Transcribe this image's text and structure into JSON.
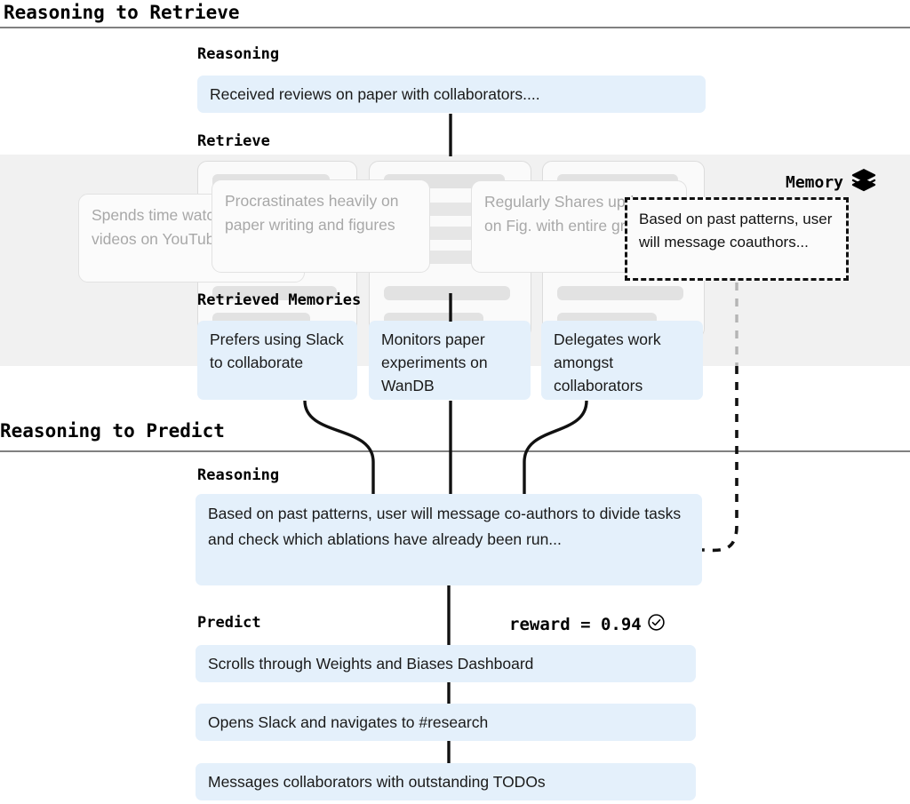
{
  "sections": [
    {
      "title": "Reasoning to Retrieve"
    },
    {
      "title": "Reasoning to Predict"
    }
  ],
  "retrieve_stage": {
    "reasoning_label": "Reasoning",
    "reasoning_text": "Received reviews on paper with collaborators....",
    "retrieve_label": "Retrieve",
    "retrieved_label": "Retrieved Memories",
    "retrieved_memories": [
      "Prefers using Slack to collaborate",
      "Monitors paper experiments on WanDB",
      "Delegates work amongst collaborators"
    ]
  },
  "memory": {
    "legend_label": "Memory",
    "legend_icon": "layers-stack-icon",
    "ghost_cards": [
      "Spends time watching ice c videos on YouTube",
      "Procrastinates heavily on paper writing and figures",
      "Regularly Shares updates on Fig. with entire group"
    ],
    "callout_text": "Based on past patterns, user will message coauthors..."
  },
  "predict_stage": {
    "reasoning_label": "Reasoning",
    "reasoning_text": "Based on past patterns, user will message co-authors to divide tasks and check which ablations have already been run...",
    "predict_label": "Predict",
    "reward_text": "reward = 0.94",
    "reward_icon": "check-circle-icon",
    "predictions": [
      "Scrolls through Weights and Biases Dashboard",
      "Opens Slack and navigates to #research",
      "Messages collaborators with outstanding TODOs"
    ]
  },
  "colors": {
    "box_blue": "#e4f0fb",
    "band_gray": "#f1f1f1",
    "rule_gray": "#808080",
    "ghost_text": "#a8a8a8",
    "ink": "#111111"
  }
}
